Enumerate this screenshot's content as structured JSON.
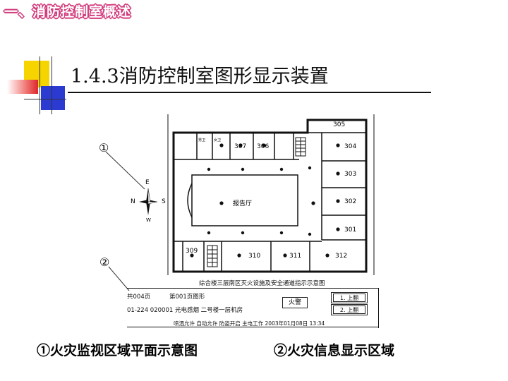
{
  "header": {
    "section_title": "一、消防控制室概述"
  },
  "slide": {
    "title": "1.4.3消防控制室图形显示装置"
  },
  "callouts": {
    "one": "①",
    "two": "②"
  },
  "compass": {
    "e": "E",
    "n": "N",
    "s": "S",
    "w": "W"
  },
  "floorplan": {
    "rooms": {
      "r305": "305",
      "r307": "307",
      "r306": "306",
      "r304": "304",
      "r303": "303",
      "r302": "302",
      "r301": "301",
      "r309": "309",
      "r310": "310",
      "r311": "311",
      "r312": "312",
      "hall": "报告厅",
      "small1": "男卫",
      "small2": "女卫"
    },
    "caption": "综合楼三层南区灭火设施及安全通道指示示意图"
  },
  "info_panel": {
    "page_total": "共004页",
    "page_current": "第001页图形",
    "event": "01-224  020001  光电感烟  二号楼一层机房",
    "alarm": "火警",
    "page_up": "上翻",
    "page_down": "上翻",
    "page_up_num": "1.",
    "page_down_num": "2.",
    "status_line": "喷洒允许  自动允许  防盗开启  主电工作  2003年01月08日  13:34"
  },
  "captions": {
    "left": "①火灾监视区域平面示意图",
    "right": "②火灾信息显示区域"
  },
  "colors": {
    "accent_pink": "#d23c7c",
    "accent_yellow": "#f5d400",
    "accent_blue": "#2b3bd1",
    "accent_red": "#e0262b"
  }
}
